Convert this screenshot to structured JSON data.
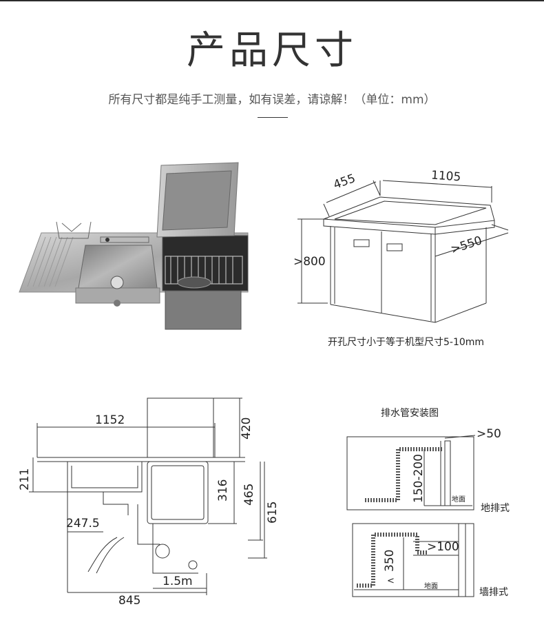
{
  "header": {
    "title": "产品尺寸",
    "subtitle": "所有尺寸都是纯手工测量，如有误差，请谅解！（单位：mm）"
  },
  "cabinet": {
    "dims": {
      "depth": "455",
      "width": "1105",
      "height": ">800",
      "length": ">550"
    },
    "caption": "开孔尺寸小于等于机型尺寸5-10mm"
  },
  "front_view": {
    "dims": {
      "total_width": "1152",
      "top_height": "420",
      "rim": "211",
      "inner": "316",
      "mid": "465",
      "total_height": "615",
      "drain_offset": "247.5",
      "hose": "1.5m",
      "bottom_width": "845"
    }
  },
  "drain": {
    "title": "排水管安装图",
    "floor": {
      "gap": ">50",
      "height": "150-200",
      "ground": "地面",
      "label": "地排式"
    },
    "wall": {
      "gap": ">100",
      "height": "350",
      "less": "<",
      "ground": "地面",
      "label": "墙排式"
    }
  }
}
